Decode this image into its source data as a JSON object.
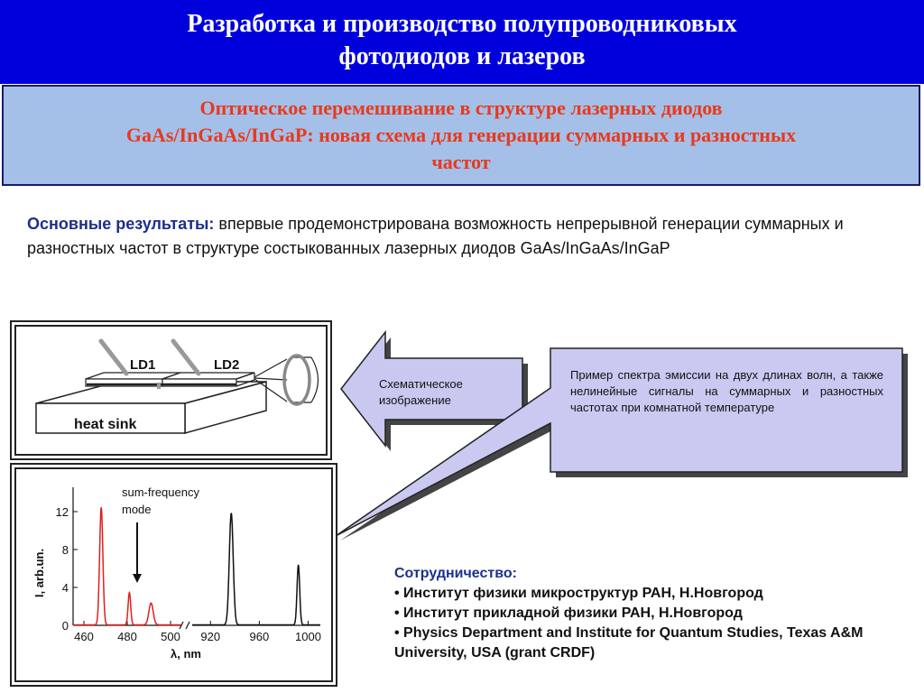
{
  "header": {
    "line1": "Разработка и производство полупроводниковых",
    "line2": "фотодиодов и лазеров"
  },
  "subtitle": {
    "line1": "Оптическое перемешивание в структуре лазерных диодов",
    "line2": "GaAs/InGaAs/InGaP: новая схема для генерации суммарных и разностных",
    "line3": "частот"
  },
  "results": {
    "label": "Основные результаты:",
    "text": " впервые продемонстрирована возможность непрерывной генерации суммарных и разностных частот в структуре состыкованных лазерных диодов GaAs/InGaAs/InGaP"
  },
  "schematic": {
    "ld1": "LD1",
    "ld2": "LD2",
    "heat_sink": "heat sink"
  },
  "callout_left": {
    "line1": "Схематическое",
    "line2": "изображение"
  },
  "callout_right": {
    "text": "Пример спектра эмиссии на двух длинах волн, а также нелинейные сигналы на суммарных и разностных частотах при комнатной температуре"
  },
  "colors": {
    "header_bg": "#0000dd",
    "subtitle_bg": "#a4c0e8",
    "accent_red": "#e8391c",
    "label_blue": "#1c2f8c",
    "arrow_fill": "#c8c8f0",
    "callout_fill": "#c9c9f2"
  },
  "chart_data": {
    "type": "line",
    "annotation": "sum-frequency mode",
    "xlabel": "λ, nm",
    "ylabel": "I, arb.un.",
    "ylim": [
      0,
      14
    ],
    "y_ticks": [
      "0",
      "4",
      "8",
      "12"
    ],
    "axis_break": true,
    "x_ticks_left": [
      "460",
      "480",
      "500"
    ],
    "x_ticks_right": [
      "920",
      "960",
      "1000"
    ],
    "left_segment_range": [
      455,
      505
    ],
    "right_segment_range": [
      905,
      1010
    ],
    "series": [
      {
        "color": "#e02020",
        "segment": "left",
        "peaks": [
          {
            "x": 468,
            "y": 12.4,
            "w": 0.75
          },
          {
            "x": 481,
            "y": 3.4,
            "w": 0.6
          },
          {
            "x": 491,
            "y": 2.3,
            "w": 1.0
          }
        ]
      },
      {
        "color": "#111111",
        "segment": "right",
        "peaks": [
          {
            "x": 937,
            "y": 11.8,
            "w": 1.6
          },
          {
            "x": 992,
            "y": 6.3,
            "w": 1.1
          }
        ]
      }
    ]
  },
  "collaboration": {
    "title": "Сотрудничество:",
    "items": [
      "• Институт физики микроструктур РАН, Н.Новгород",
      "• Институт прикладной физики РАН, Н.Новгород",
      "• Physics Department and Institute for Quantum Studies, Texas A&M University, USA (grant CRDF)"
    ]
  }
}
